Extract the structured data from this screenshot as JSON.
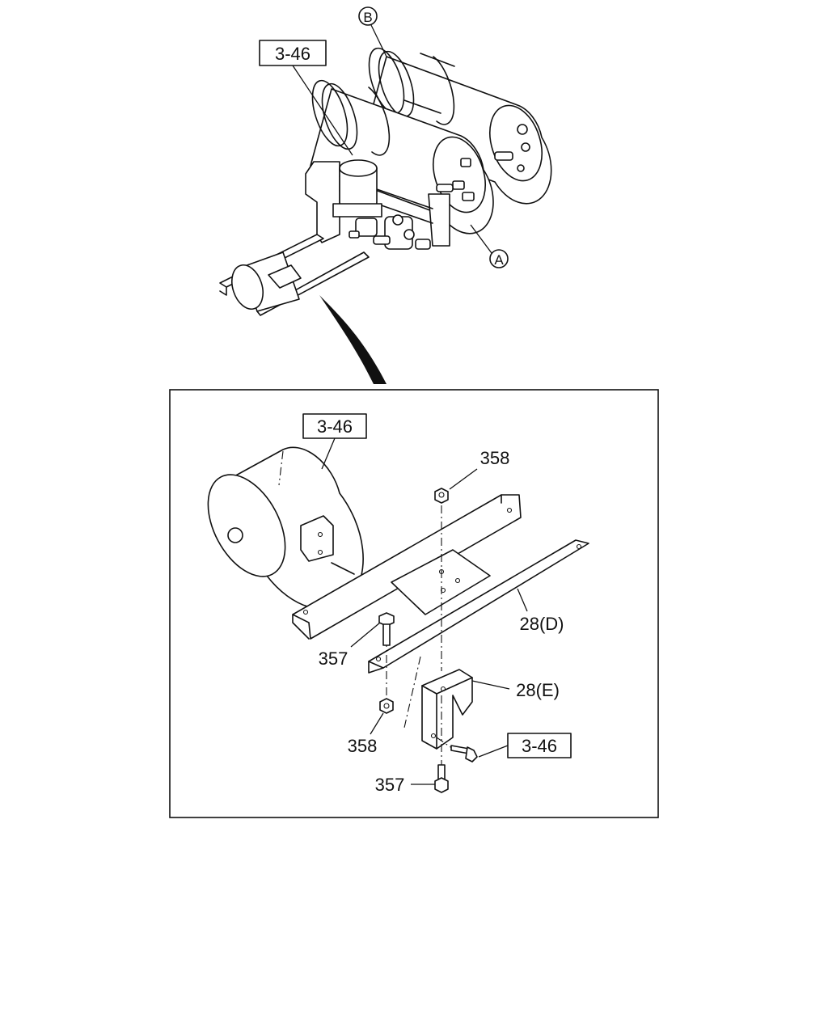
{
  "callouts": {
    "top_ref_box": "3-46",
    "circle_b": "B",
    "circle_a": "A",
    "detail_ref_box_top": "3-46",
    "detail_ref_box_bolt": "3-46",
    "part_358_top": "358",
    "part_357_left": "357",
    "part_358_bottom": "358",
    "part_357_bottom": "357",
    "part_28d": "28(D)",
    "part_28e": "28(E)"
  },
  "icons": {
    "top_view": "air-tank-assembly-illustration",
    "detail_view": "exploded-bracket-illustration",
    "pointer": "curved-arrow-icon"
  }
}
